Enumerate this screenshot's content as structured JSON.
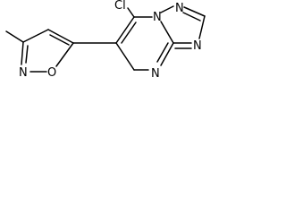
{
  "molecule": {
    "atoms": {
      "chlorine": "Cl",
      "pyrimidine_bridge_n": "N",
      "triazole_top_n": "N",
      "triazole_right_n": "N",
      "pyrimidine_bottom_n": "N",
      "isoxazole_n": "N",
      "isoxazole_o": "O"
    }
  }
}
